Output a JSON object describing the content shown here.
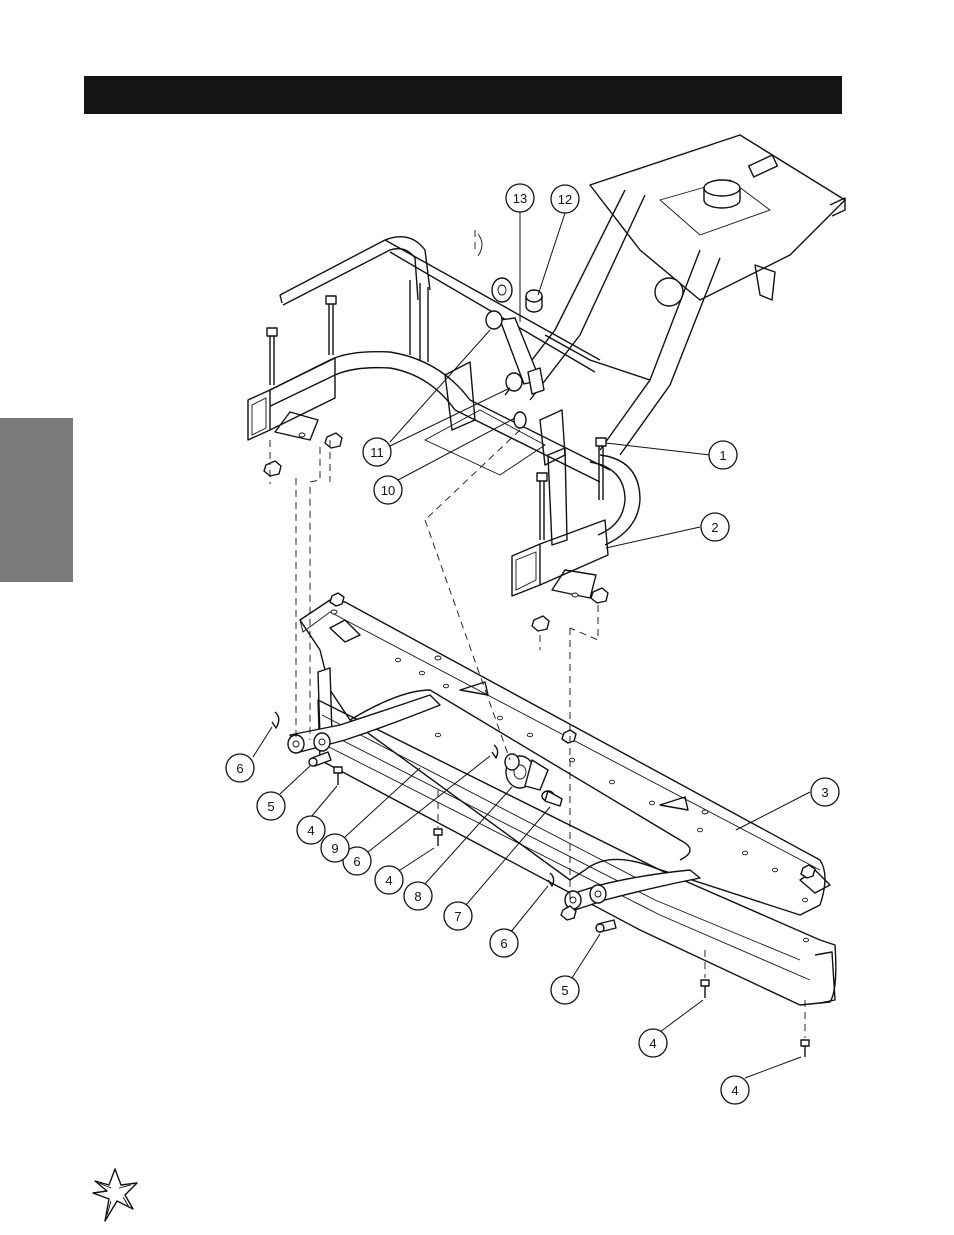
{
  "header": {
    "title": ""
  },
  "side_tab": {
    "label": ""
  },
  "callouts": [
    {
      "id": "c1",
      "label": "1"
    },
    {
      "id": "c2",
      "label": "2"
    },
    {
      "id": "c3",
      "label": "3"
    },
    {
      "id": "c4a",
      "label": "4"
    },
    {
      "id": "c4b",
      "label": "4"
    },
    {
      "id": "c4c",
      "label": "4"
    },
    {
      "id": "c4d",
      "label": "4"
    },
    {
      "id": "c5a",
      "label": "5"
    },
    {
      "id": "c5b",
      "label": "5"
    },
    {
      "id": "c6a",
      "label": "6"
    },
    {
      "id": "c6b",
      "label": "6"
    },
    {
      "id": "c6c",
      "label": "6"
    },
    {
      "id": "c7",
      "label": "7"
    },
    {
      "id": "c8",
      "label": "8"
    },
    {
      "id": "c9",
      "label": "9"
    },
    {
      "id": "c10",
      "label": "10"
    },
    {
      "id": "c11",
      "label": "11"
    },
    {
      "id": "c12",
      "label": "12"
    },
    {
      "id": "c13",
      "label": "13"
    }
  ],
  "footer": {
    "logo_icon": "star-logo-icon"
  }
}
